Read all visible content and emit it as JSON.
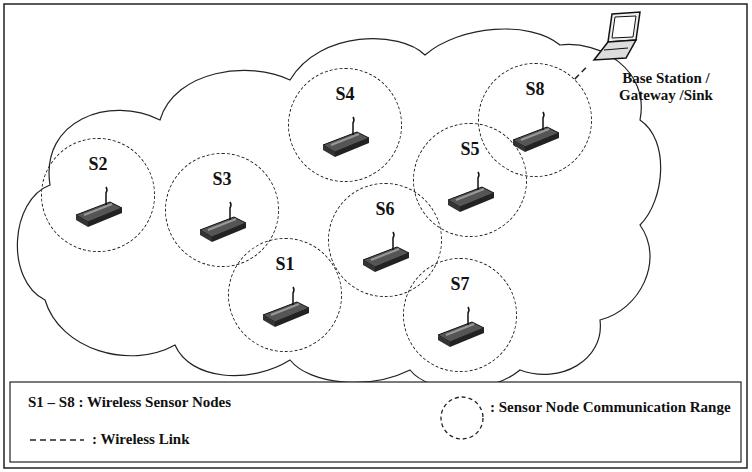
{
  "diagram": {
    "nodes": [
      {
        "text": [
          "S1"
        ]
      },
      {
        "text": [
          "S2"
        ]
      },
      {
        "text": [
          "S3"
        ]
      },
      {
        "text": [
          "S4"
        ]
      },
      {
        "text": [
          "S5"
        ]
      },
      {
        "text": [
          "S6"
        ]
      },
      {
        "text": [
          "S7"
        ]
      },
      {
        "text": [
          "S8"
        ]
      },
      {
        "text": [
          "Base Station / Gateway /Sink"
        ]
      }
    ],
    "edges": [
      {
        "from": 7,
        "to": 8,
        "arrow": "none"
      }
    ],
    "legend": [
      {
        "text": "S1 – S8 : Wireless Sensor Nodes"
      },
      {
        "text": ": Wireless Link"
      },
      {
        "text": ": Sensor Node Communication Range"
      }
    ]
  }
}
